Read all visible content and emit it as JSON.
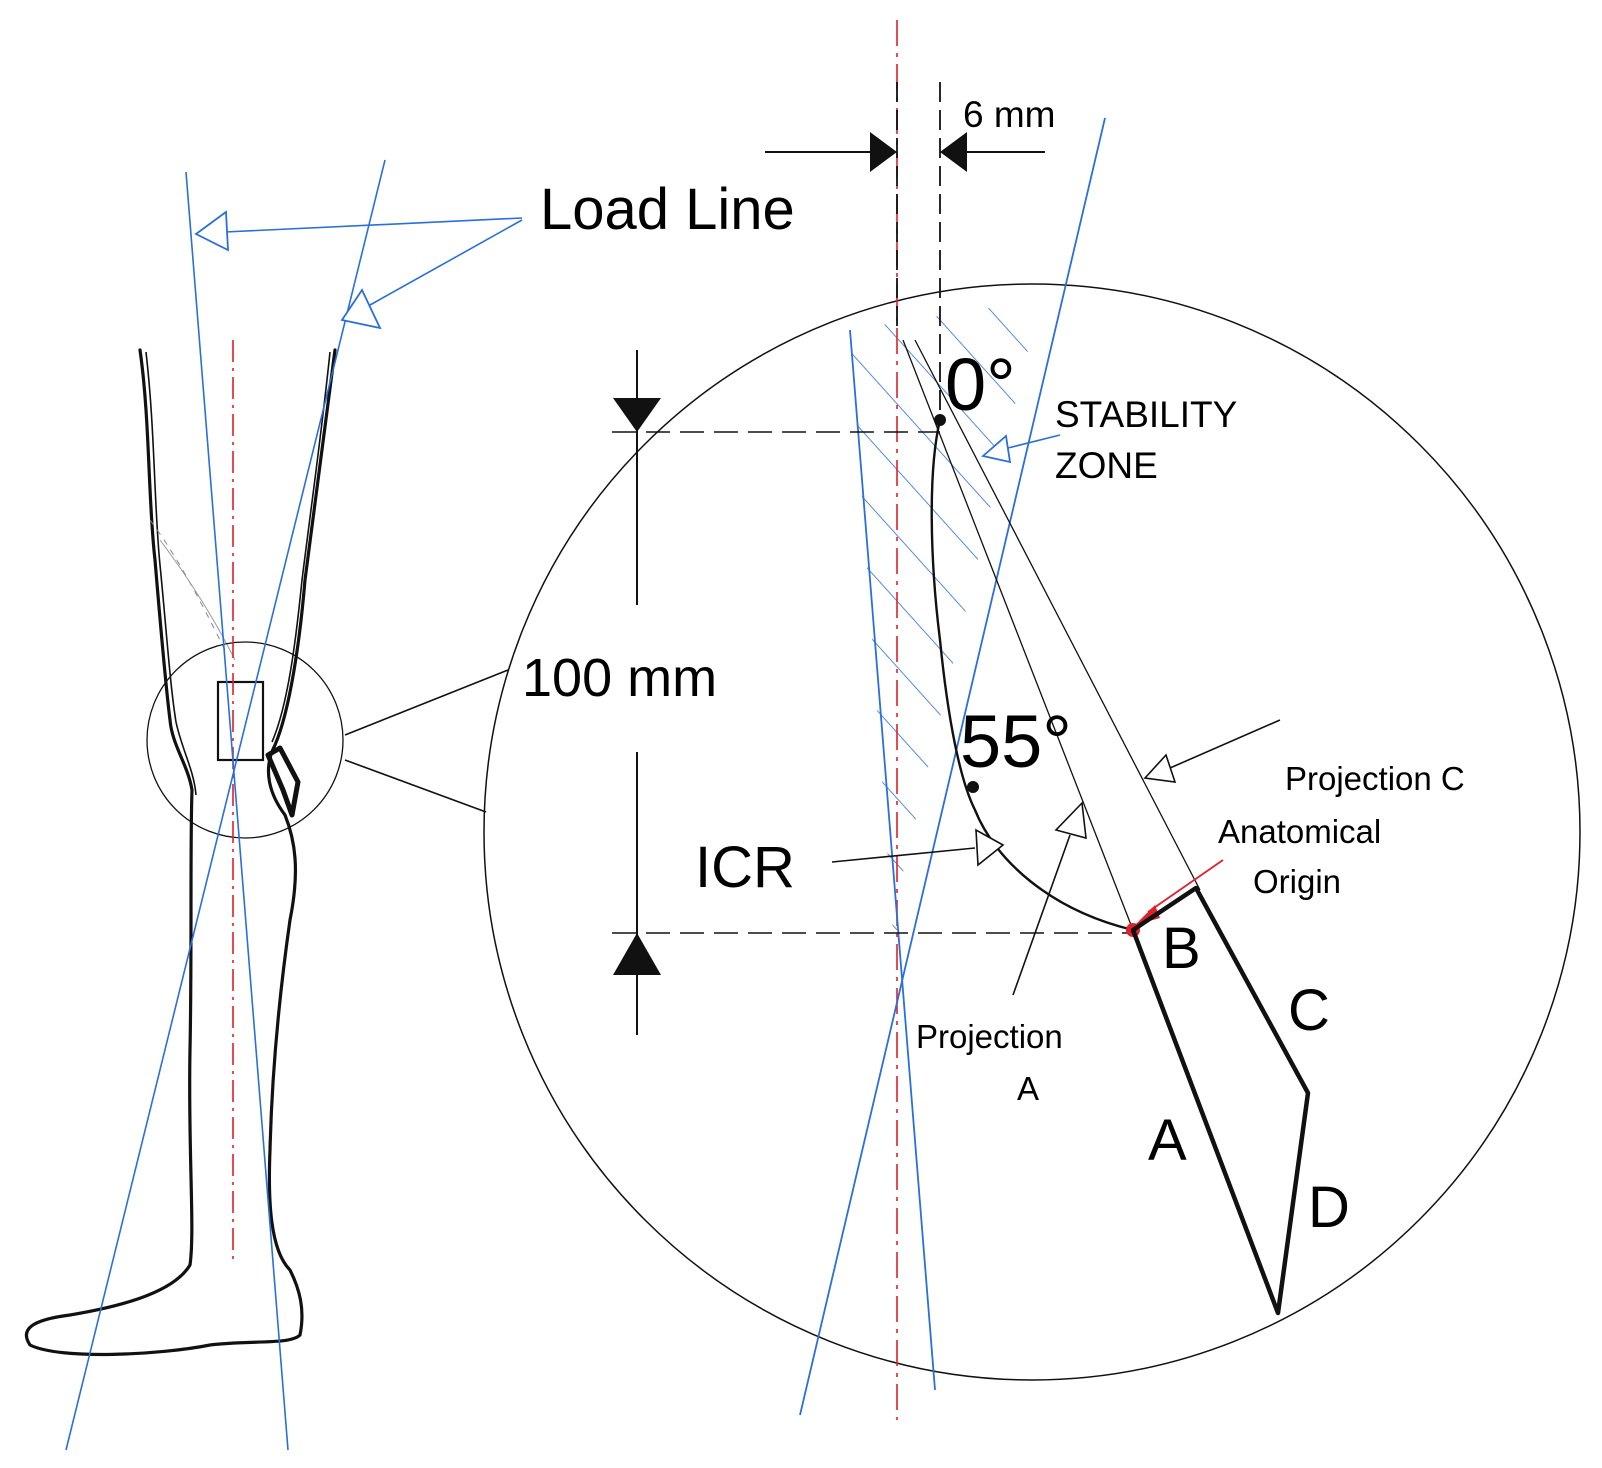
{
  "labels": {
    "load_line": "Load Line",
    "offset": "6 mm",
    "angle_zero": "0°",
    "angle_55": "55°",
    "stability_zone_line1": "STABILITY",
    "stability_zone_line2": "ZONE",
    "length": "100 mm",
    "icr": "ICR",
    "projection_c": "Projection C",
    "anatomical_origin_line1": "Anatomical",
    "anatomical_origin_line2": "Origin",
    "projection_a_line1": "Projection",
    "projection_a_line2": "A",
    "side_a": "A",
    "side_b": "B",
    "side_c": "C",
    "side_d": "D"
  },
  "colors": {
    "load_line": "#2a6fdb",
    "centerline": "#e0202a",
    "outline": "#111111",
    "anatomical_origin": "#e0202a"
  }
}
